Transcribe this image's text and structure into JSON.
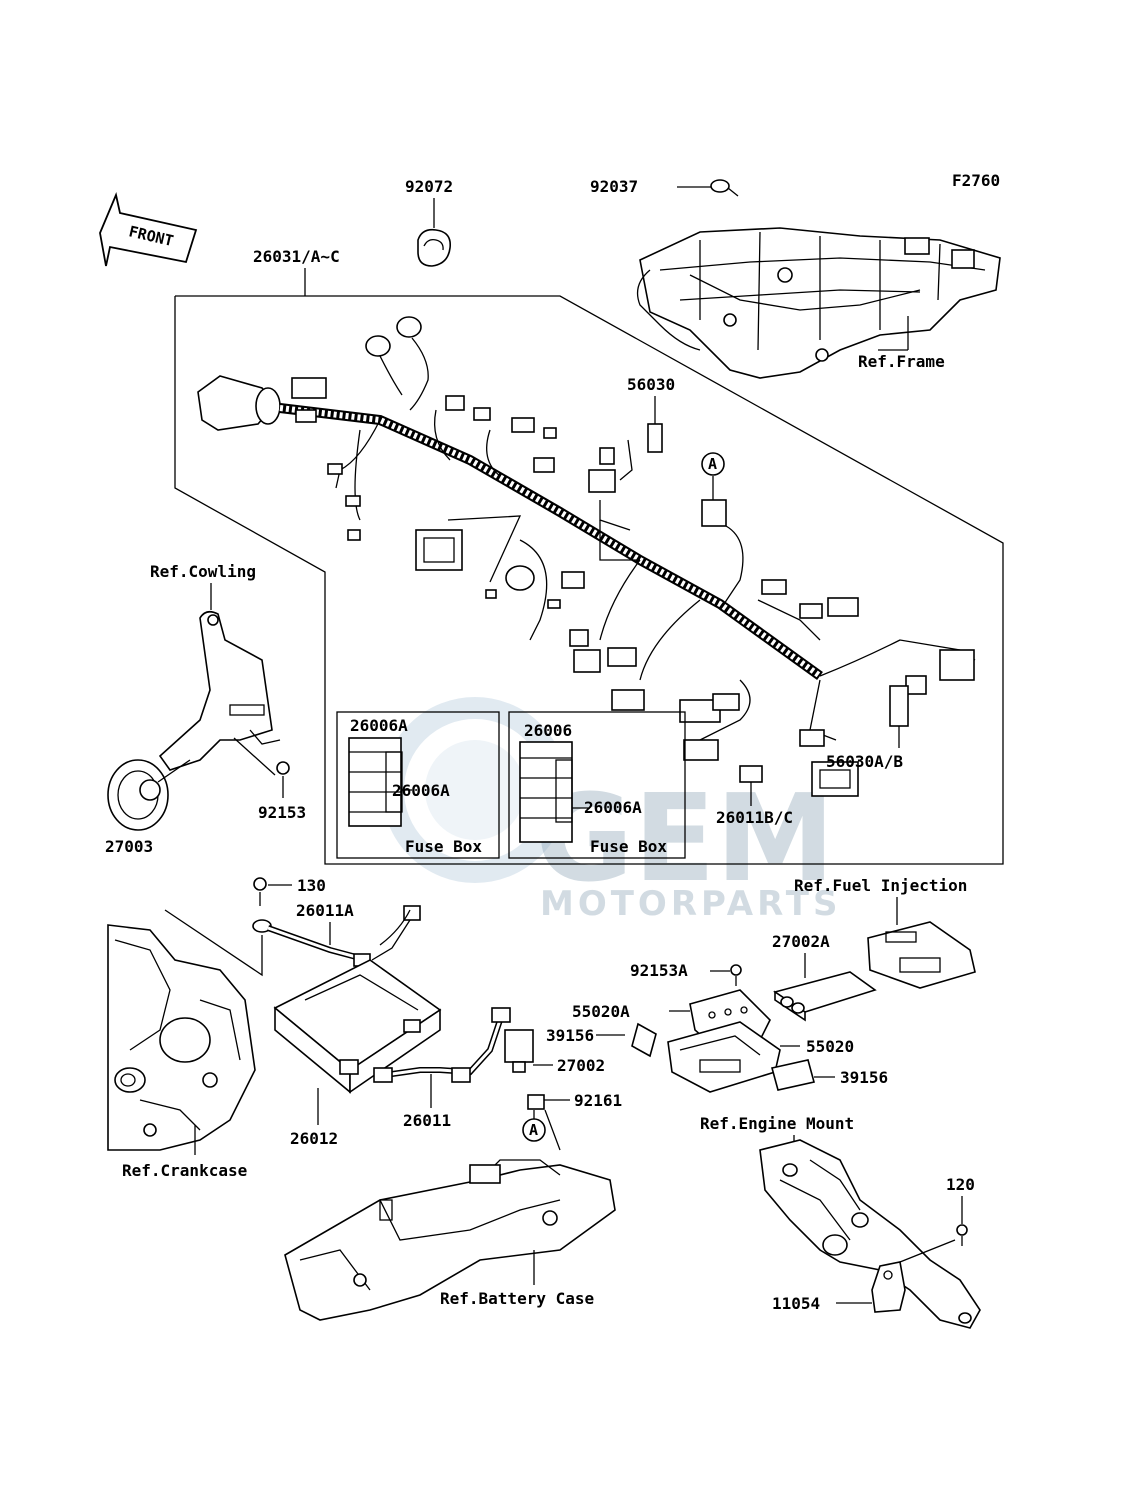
{
  "diagram_code": "F2760",
  "front_indicator": "FRONT",
  "watermark": {
    "brand": "GEM",
    "sub": "MOTORPARTS"
  },
  "parts": {
    "p92072": "92072",
    "p92037": "92037",
    "ref_frame": "Ref.Frame",
    "p26031": "26031/A~C",
    "p56030": "56030",
    "p56030ab": "56030A/B",
    "ref_cowling": "Ref.Cowling",
    "p92153": "92153",
    "p27003": "27003",
    "p26006a_top": "26006A",
    "p26006a_left": "26006A",
    "p26006": "26006",
    "p26006a_right": "26006A",
    "fuse_box_left": "Fuse Box",
    "fuse_box_right": "Fuse Box",
    "p26011bc": "26011B/C",
    "p130": "130",
    "p26011a": "26011A",
    "ref_fuel_injection": "Ref.Fuel Injection",
    "p27002a": "27002A",
    "p92153a": "92153A",
    "p55020a": "55020A",
    "p39156_a": "39156",
    "p27002": "27002",
    "p55020": "55020",
    "p39156_b": "39156",
    "p92161": "92161",
    "p26012": "26012",
    "p26011": "26011",
    "ref_crankcase": "Ref.Crankcase",
    "ref_engine_mount": "Ref.Engine Mount",
    "p120": "120",
    "p11054": "11054",
    "ref_battery_case": "Ref.Battery Case"
  },
  "callout_markers": {
    "a1": "A",
    "a2": "A"
  }
}
